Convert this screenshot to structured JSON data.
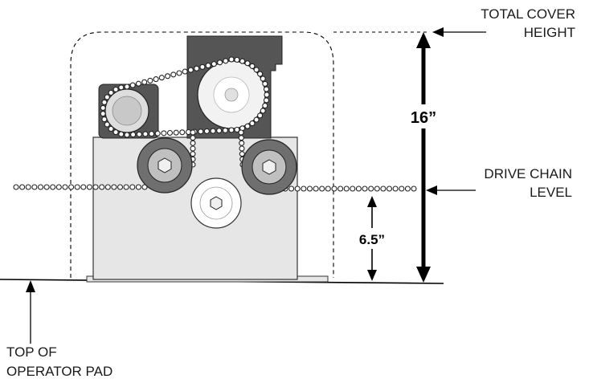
{
  "labels": {
    "total_cover_height": [
      "TOTAL COVER",
      "HEIGHT"
    ],
    "drive_chain_level": [
      "DRIVE CHAIN",
      "LEVEL"
    ],
    "top_of_operator_pad": [
      "TOP OF",
      "OPERATOR PAD"
    ]
  },
  "dimensions": {
    "cover_height": "16”",
    "chain_height": "6.5”"
  },
  "colors": {
    "line": "#000000",
    "housing_fill": "#e6e6e6",
    "dark_plate": "#555555",
    "idler_wheel": "#6f6f6f",
    "sprocket_light": "#dddddd",
    "sprocket_large_light": "#f2f2f2"
  }
}
